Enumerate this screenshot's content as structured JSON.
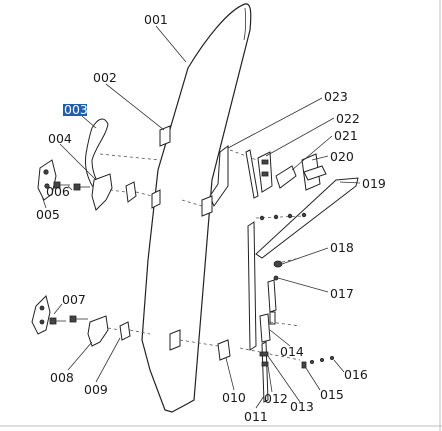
{
  "diagram": {
    "highlight_color": "#1f5fb0",
    "selected_part": "003",
    "labels": {
      "p001": "001",
      "p002": "002",
      "p003": "003",
      "p004": "004",
      "p005": "005",
      "p006": "006",
      "p007": "007",
      "p008": "008",
      "p009": "009",
      "p010": "010",
      "p011": "011",
      "p012": "012",
      "p013": "013",
      "p014": "014",
      "p015": "015",
      "p016": "016",
      "p017": "017",
      "p018": "018",
      "p019": "019",
      "p020": "020",
      "p021": "021",
      "p022": "022",
      "p023": "023"
    }
  }
}
